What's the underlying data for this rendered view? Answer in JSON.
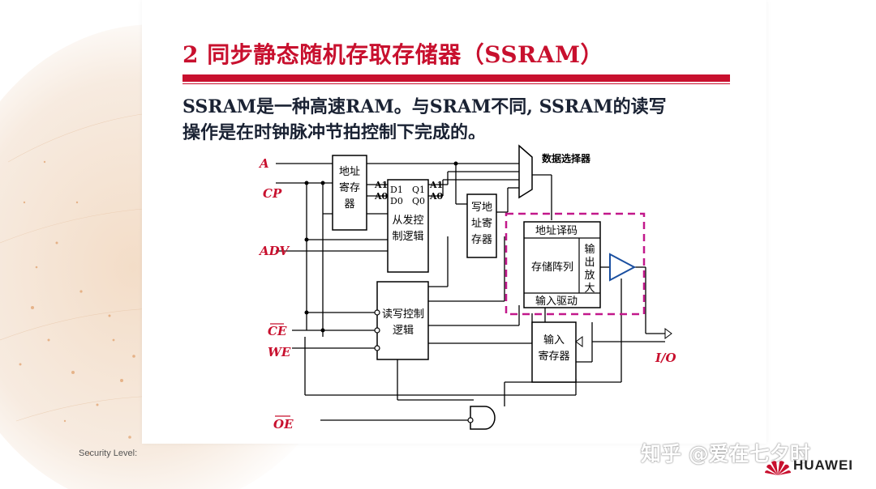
{
  "slide": {
    "title": "2 同步静态随机存取存储器（SSRAM）",
    "body_lines": [
      "SSRAM是一种高速RAM。与SRAM不同, SSRAM的读写",
      "操作是在时钟脉冲节拍控制下完成的。"
    ]
  },
  "diagram": {
    "inputs": {
      "a": "A",
      "cp": "CP",
      "adv": "ADV",
      "ce": "CE",
      "we": "WE",
      "oe": "OE"
    },
    "output": "I/O",
    "address_register": [
      "地址",
      "寄存",
      "器"
    ],
    "burst_logic": {
      "pin_d1": "D1",
      "pin_d0": "D0",
      "pin_q1": "Q1",
      "pin_q0": "Q0",
      "in_a1": "A1",
      "in_a0": "A0",
      "out_a1": "A1",
      "out_a0": "A0",
      "label": [
        "从发控",
        "制逻辑"
      ]
    },
    "write_address_register": [
      "写地",
      "址寄",
      "存器"
    ],
    "mux_label": "数据选择器",
    "rw_control": [
      "读写控制",
      "逻辑"
    ],
    "sram_core": {
      "decoder": "地址译码",
      "array": "存储阵列",
      "input_driver": "输入驱动",
      "output_amp": [
        "输",
        "出",
        "放",
        "大"
      ]
    },
    "input_register": [
      "输入",
      "寄存器"
    ]
  },
  "footer": {
    "security_label": "Security Level:",
    "watermark": "知乎 @爱在七夕时",
    "brand": "HUAWEI",
    "brand_color": "#c8102e"
  }
}
